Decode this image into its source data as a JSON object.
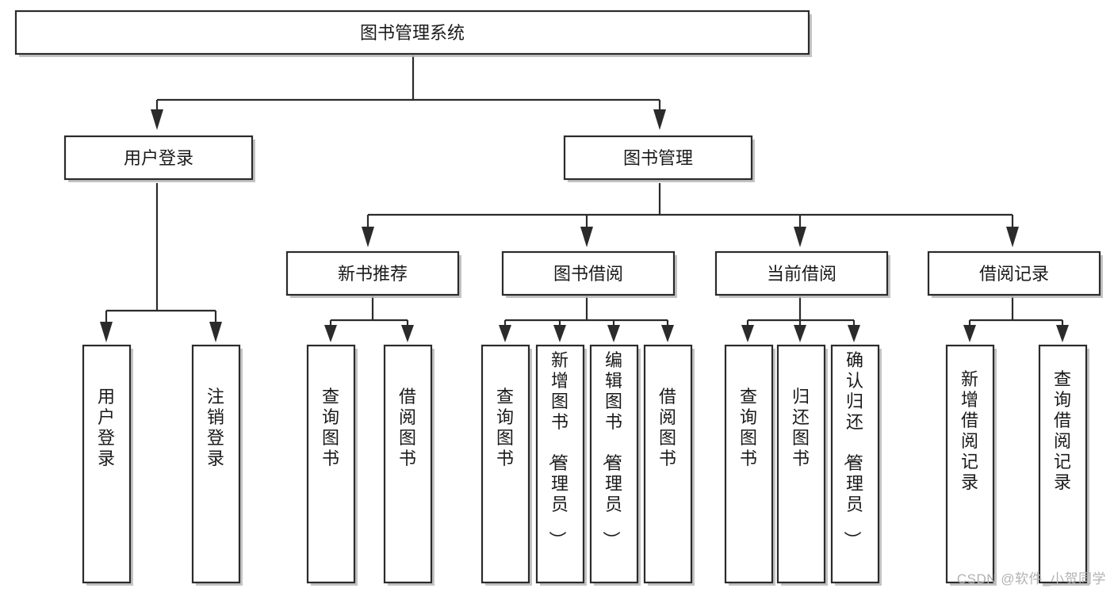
{
  "diagram": {
    "type": "tree-hierarchy",
    "title": "图书管理系统",
    "watermark": "CSDN @软件_小贺同学",
    "colors": {
      "box_stroke": "#2b2b2b",
      "box_fill": "#ffffff",
      "text": "#1a1a1a",
      "shadow": "#b9b9b9",
      "watermark": "#b2b2b2"
    },
    "nodes": {
      "root": {
        "label": "图书管理系统",
        "level": 0
      },
      "l1": [
        {
          "id": "user-login",
          "label": "用户登录"
        },
        {
          "id": "book-manage",
          "label": "图书管理"
        }
      ],
      "l2": [
        {
          "id": "new-book-rec",
          "label": "新书推荐",
          "parent": "book-manage"
        },
        {
          "id": "book-borrow",
          "label": "图书借阅",
          "parent": "book-manage"
        },
        {
          "id": "current-borrow",
          "label": "当前借阅",
          "parent": "book-manage"
        },
        {
          "id": "borrow-record",
          "label": "借阅记录",
          "parent": "book-manage"
        }
      ],
      "leaves": [
        {
          "id": "leaf-user-login",
          "label": "用户登录",
          "parent": "user-login"
        },
        {
          "id": "leaf-user-logout",
          "label": "注销登录",
          "parent": "user-login"
        },
        {
          "id": "leaf-query-book-1",
          "label": "查询图书",
          "parent": "new-book-rec"
        },
        {
          "id": "leaf-borrow-book-1",
          "label": "借阅图书",
          "parent": "new-book-rec"
        },
        {
          "id": "leaf-query-book-2",
          "label": "查询图书",
          "parent": "book-borrow"
        },
        {
          "id": "leaf-add-book",
          "label": "新增图书（管理员）",
          "parent": "book-borrow"
        },
        {
          "id": "leaf-edit-book",
          "label": "编辑图书（管理员）",
          "parent": "book-borrow"
        },
        {
          "id": "leaf-borrow-book-2",
          "label": "借阅图书",
          "parent": "book-borrow"
        },
        {
          "id": "leaf-query-book-3",
          "label": "查询图书",
          "parent": "current-borrow"
        },
        {
          "id": "leaf-return-book",
          "label": "归还图书",
          "parent": "current-borrow"
        },
        {
          "id": "leaf-confirm-return",
          "label": "确认归还（管理员）",
          "parent": "current-borrow"
        },
        {
          "id": "leaf-add-record",
          "label": "新增借阅记录",
          "parent": "borrow-record"
        },
        {
          "id": "leaf-query-record",
          "label": "查询借阅记录",
          "parent": "borrow-record"
        }
      ]
    }
  }
}
